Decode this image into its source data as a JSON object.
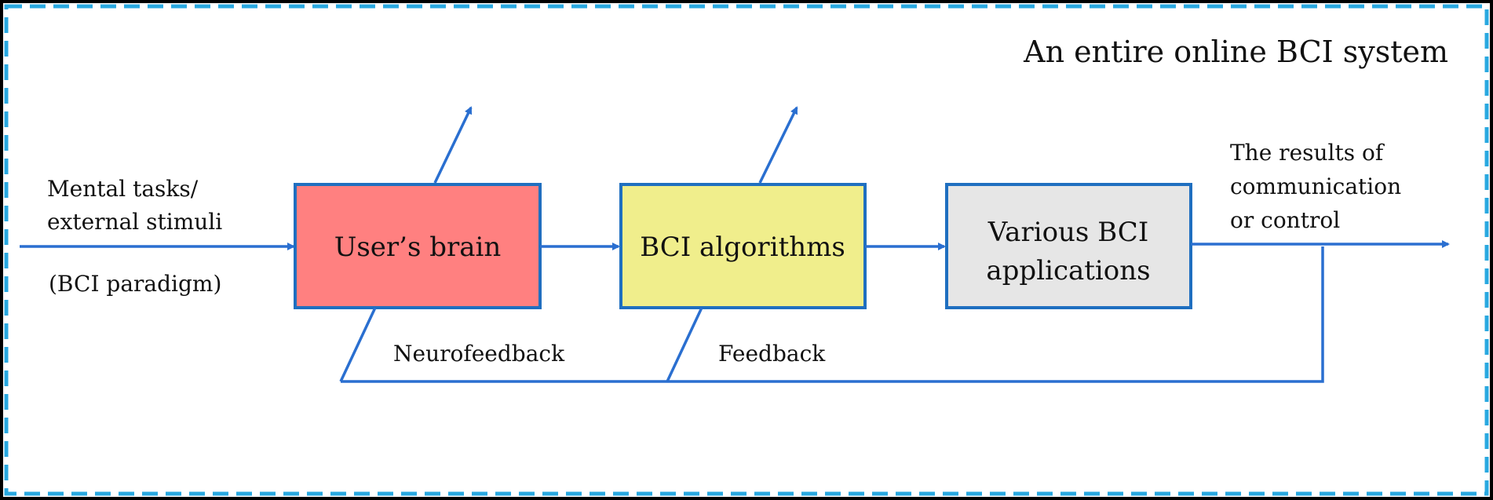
{
  "diagram": {
    "title": "An entire online BCI system",
    "input_label_line1": "Mental tasks/",
    "input_label_line2": "external stimuli",
    "paradigm_label": "(BCI paradigm)",
    "boxes": {
      "brain": {
        "label": "User’s brain",
        "fill": "#ff8080"
      },
      "algorithms": {
        "label": "BCI algorithms",
        "fill": "#f0ee8c"
      },
      "applications": {
        "label_line1": "Various BCI",
        "label_line2": "applications",
        "fill": "#e6e6e6"
      }
    },
    "output_label_line1": "The results of",
    "output_label_line2": "communication",
    "output_label_line3": "or control",
    "neurofeedback_label": "Neurofeedback",
    "feedback_label": "Feedback",
    "colors": {
      "frame_dashed": "#29a8e0",
      "frame_solid": "#000000",
      "box_border": "#1f6fc0",
      "arrows": "#2a6fd0"
    }
  }
}
